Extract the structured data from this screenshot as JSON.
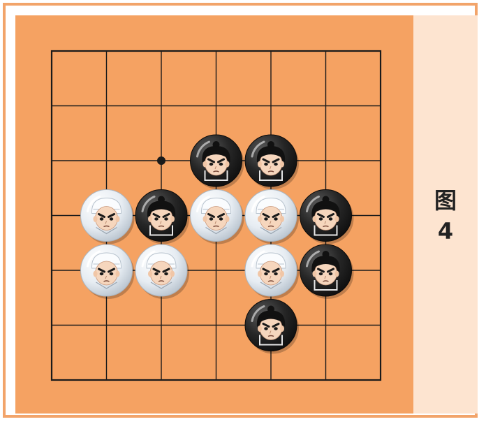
{
  "figure_label": {
    "title": "图",
    "number": "4"
  },
  "board": {
    "lines": 7,
    "star_point": {
      "col": 2,
      "row": 2
    },
    "colors": {
      "board_bg": "#f5a262",
      "line": "#1a1a1a",
      "black_stone": "#232323",
      "white_stone": "#dfe6ee"
    },
    "stones": [
      {
        "color": "black",
        "col": 3,
        "row": 2
      },
      {
        "color": "black",
        "col": 4,
        "row": 2
      },
      {
        "color": "white",
        "col": 1,
        "row": 3
      },
      {
        "color": "black",
        "col": 2,
        "row": 3
      },
      {
        "color": "white",
        "col": 3,
        "row": 3
      },
      {
        "color": "white",
        "col": 4,
        "row": 3
      },
      {
        "color": "black",
        "col": 5,
        "row": 3
      },
      {
        "color": "white",
        "col": 1,
        "row": 4
      },
      {
        "color": "white",
        "col": 2,
        "row": 4
      },
      {
        "color": "white",
        "col": 4,
        "row": 4
      },
      {
        "color": "black",
        "col": 5,
        "row": 4
      },
      {
        "color": "black",
        "col": 4,
        "row": 5
      }
    ]
  }
}
